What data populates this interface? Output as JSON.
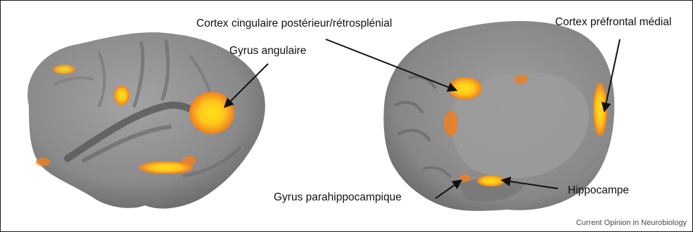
{
  "labels": {
    "gyrus_angulaire": "Gyrus angulaire",
    "cortex_cingulaire": "Cortex cingulaire postérieur/rétrosplénial",
    "cortex_prefrontal": "Cortex préfrontal médial",
    "gyrus_parahippocampique": "Gyrus parahippocampique",
    "hippocampe": "Hippocampe"
  },
  "credit": "Current Opinion in Neurobiology",
  "colors": {
    "brain": "#8d8d8d",
    "activation_core": "#ffd11a",
    "activation_edge": "#f08a24"
  }
}
